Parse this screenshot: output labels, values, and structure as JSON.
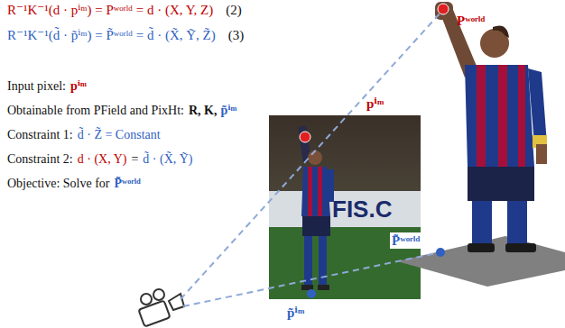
{
  "diagram": {
    "labels": [
      "R⁻¹K⁻¹(d · pⁱᵐ) = Pʷᵒʳˡᵈ = d · (X, Y, Z)",
      "(2)",
      "R⁻¹K⁻¹(d̃ · p̃ⁱᵐ) = P̃ʷᵒʳˡᵈ = d̃ · (X̃, Ỹ, Z̃)",
      "(3)",
      "Input pixel:",
      "pⁱᵐ",
      "Obtainable from PField and PixHt:",
      "R, K,",
      "p̃ⁱᵐ",
      "Constraint 1:",
      "d̃ · Z̃ = Constant",
      "Constraint 2:",
      "d · (X, Y)",
      "=",
      "d̃ · (X̃, Ỹ)",
      "Objective: Solve for",
      "P̃ʷᵒʳˡᵈ",
      "pⁱᵐ",
      "Pʷᵒʳˡᵈ",
      "P̃ʷᵒʳˡᵈ",
      "p̃ⁱᵐ",
      "FIS.C"
    ]
  }
}
